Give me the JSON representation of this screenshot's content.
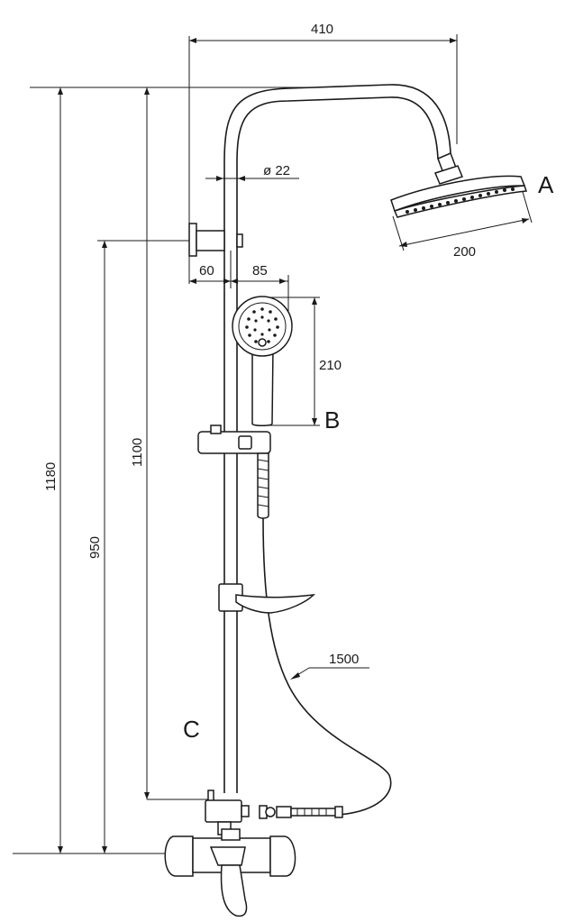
{
  "dimensions": {
    "arm_reach": "410",
    "pipe_diameter": "ø 22",
    "head_diameter": "200",
    "wall_offset": "60",
    "hand_shower_offset": "85",
    "hand_shower_height": "210",
    "overall_height": "1180",
    "column_height": "1100",
    "bracket_height": "950",
    "hose_length": "1500"
  },
  "labels": {
    "head_shower": "A",
    "hand_shower": "B",
    "diverter": "C"
  },
  "colors": {
    "line": "#1a1a1a",
    "background": "#ffffff"
  }
}
